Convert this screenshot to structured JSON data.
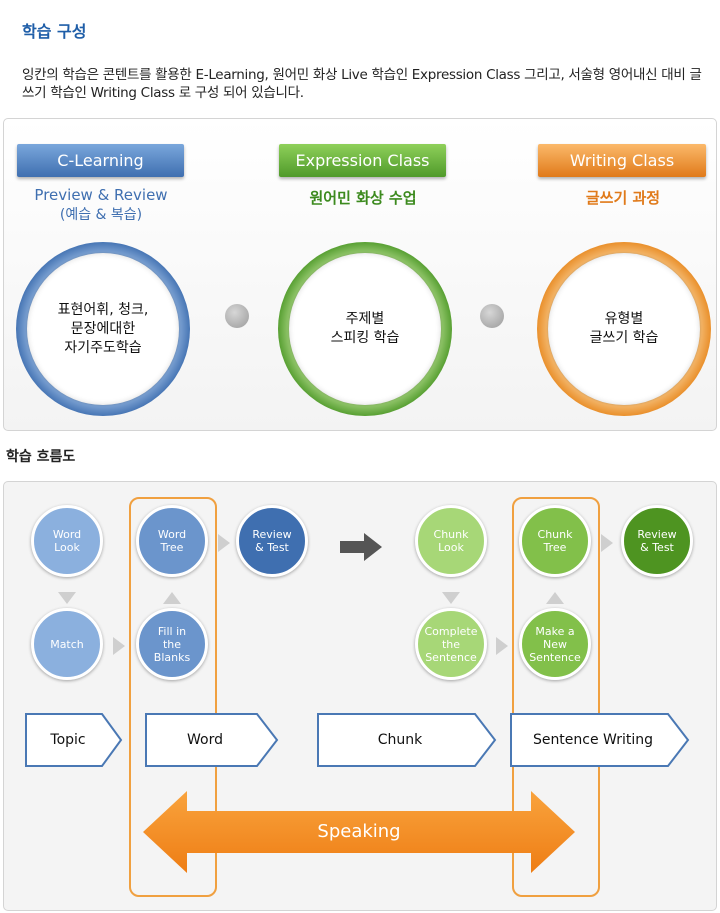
{
  "header": {
    "title": "학습 구성",
    "intro": "잉칸의 학습은 콘텐트를 활용한 E-Learning, 원어민 화상 Live 학습인 Expression Class 그리고, 서술형 영어내신 대비 글쓰기 학습인 Writing Class 로 구성 되어 있습니다."
  },
  "classes": [
    {
      "name": "C-Learning",
      "subtitle": "Preview & Review",
      "subtitle2": "(예습 & 복습)",
      "lines": [
        "표현어휘, 청크,",
        "문장에대한",
        "자기주도학습"
      ],
      "color": "#3f6fb0"
    },
    {
      "name": "Expression Class",
      "subtitle": "원어민 화상 수업",
      "lines": [
        "주제별",
        "스피킹 학습"
      ],
      "color": "#4f9a2a"
    },
    {
      "name": "Writing Class",
      "subtitle": "글쓰기 과정",
      "lines": [
        "유형별",
        "글쓰기 학습"
      ],
      "color": "#e07a1a"
    }
  ],
  "flow": {
    "title": "학습 흐름도",
    "nodes": {
      "word_look": [
        "Word",
        "Look"
      ],
      "word_tree": [
        "Word",
        "Tree"
      ],
      "review_test_1": [
        "Review",
        "& Test"
      ],
      "match": [
        "Match"
      ],
      "fill_blanks": [
        "Fill in",
        "the",
        "Blanks"
      ],
      "chunk_look": [
        "Chunk",
        "Look"
      ],
      "chunk_tree": [
        "Chunk",
        "Tree"
      ],
      "review_test_2": [
        "Review",
        "& Test"
      ],
      "complete_sentence": [
        "Complete",
        "the",
        "Sentence"
      ],
      "make_sentence": [
        "Make a New",
        "Sentence"
      ]
    },
    "stages": [
      "Topic",
      "Word",
      "Chunk",
      "Sentence Writing"
    ],
    "speaking": "Speaking"
  }
}
